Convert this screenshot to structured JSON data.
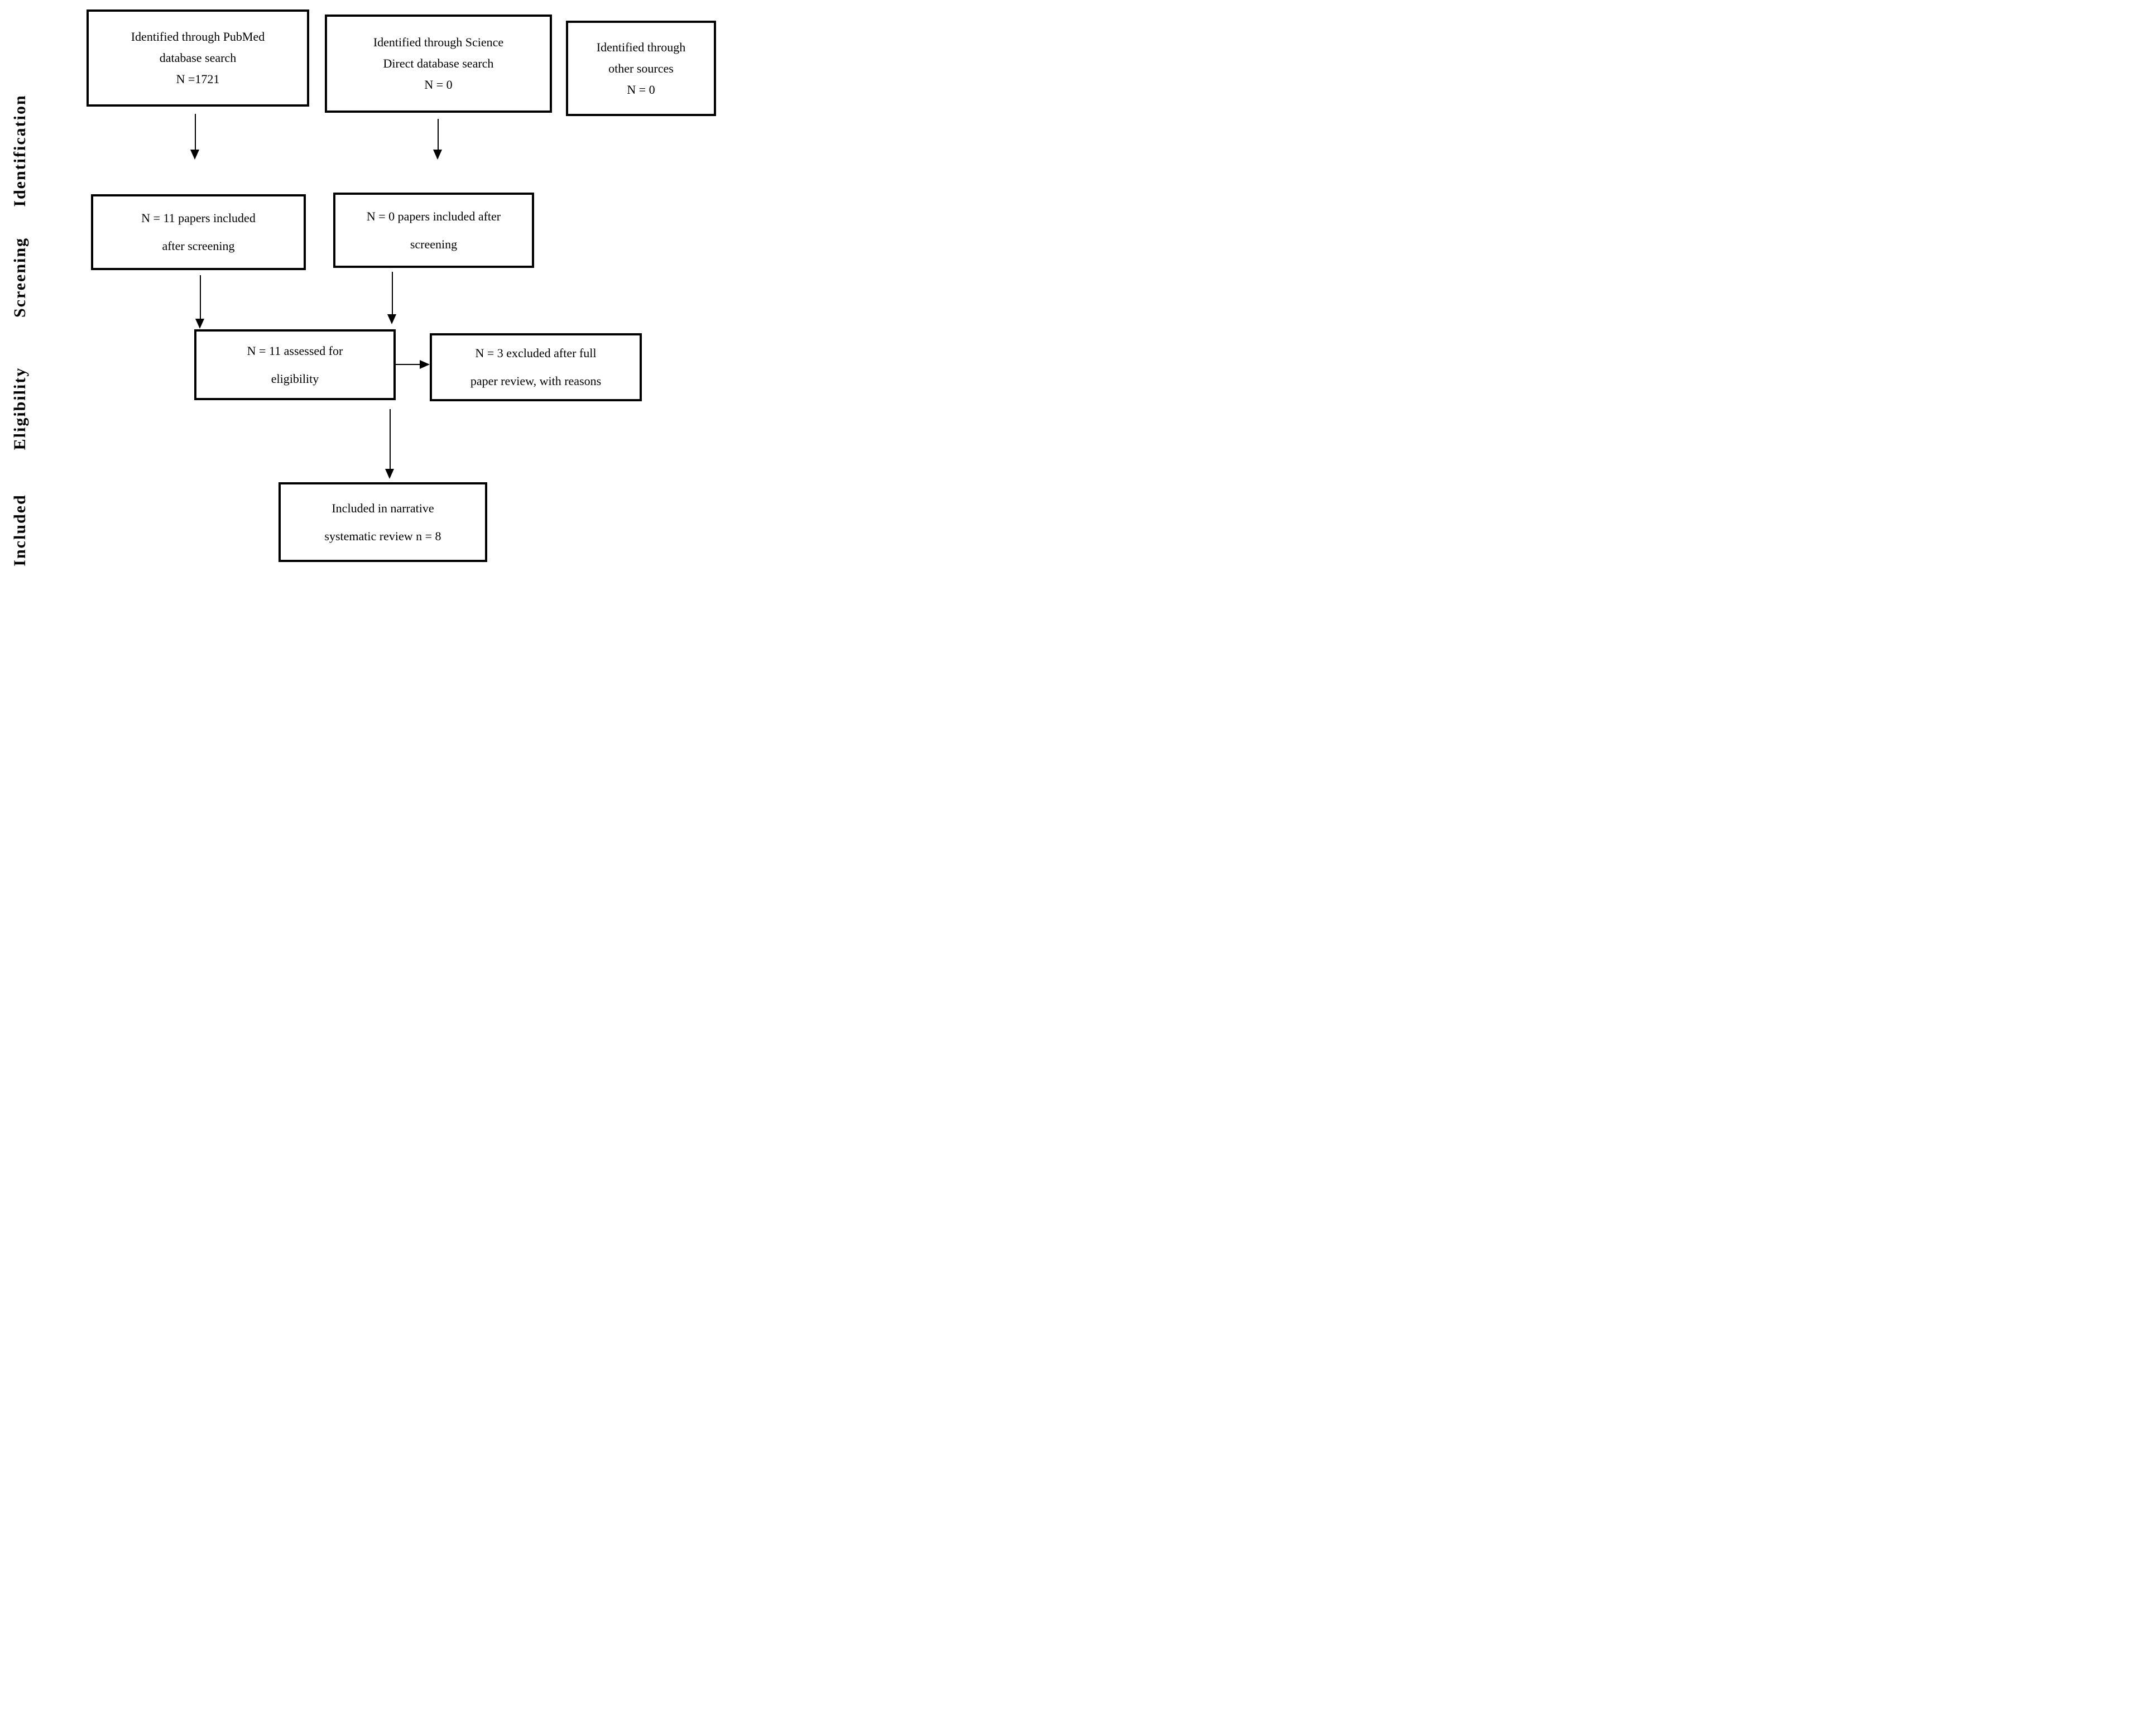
{
  "stages": [
    {
      "label": "Identification"
    },
    {
      "label": "Screening"
    },
    {
      "label": "Eligibility"
    },
    {
      "label": "Included"
    }
  ],
  "boxes": {
    "pubmed": {
      "lines": [
        "Identified through PubMed",
        "database search",
        "N =1721"
      ]
    },
    "science_direct": {
      "lines": [
        "Identified through Science",
        "Direct database search",
        "N = 0"
      ]
    },
    "other_sources": {
      "lines": [
        "Identified through",
        "other sources",
        "N = 0"
      ]
    },
    "pubmed_screened": {
      "lines": [
        "N = 11 papers included",
        "after screening"
      ]
    },
    "science_direct_screened": {
      "lines": [
        "N = 0 papers included after",
        "screening"
      ]
    },
    "eligibility": {
      "lines": [
        "N = 11 assessed for",
        "eligibility"
      ]
    },
    "excluded": {
      "lines": [
        "N = 3 excluded after full",
        "paper review, with reasons"
      ]
    },
    "included": {
      "lines": [
        "Included in narrative",
        "systematic review n = 8"
      ]
    }
  },
  "colors": {
    "line": "#000000",
    "text": "#000000",
    "background": "#ffffff"
  }
}
